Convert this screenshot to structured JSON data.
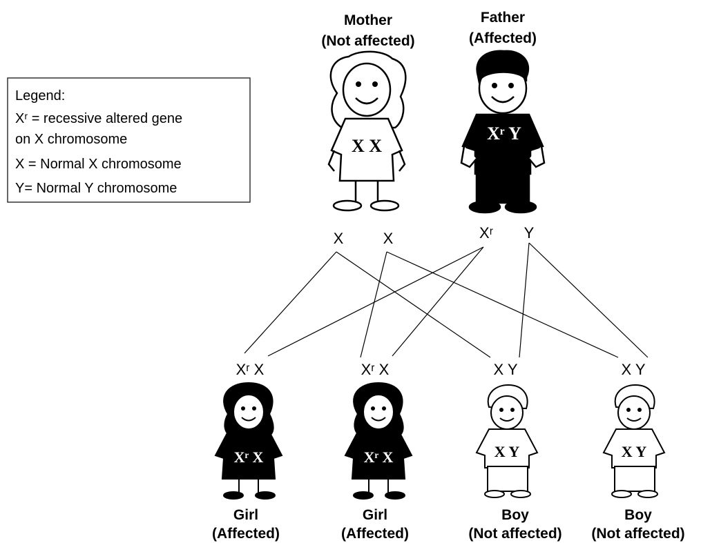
{
  "legend": {
    "title": "Legend:",
    "line1": "Xʳ = recessive altered gene",
    "line2": "on X chromosome",
    "line3": "X = Normal X chromosome",
    "line4": "Y= Normal Y chromosome"
  },
  "parents": [
    {
      "id": "mother",
      "role": "Mother",
      "status": "(Not affected)",
      "genotype": "X X",
      "alleles": [
        "X",
        "X"
      ]
    },
    {
      "id": "father",
      "role": "Father",
      "status": "(Affected)",
      "genotype": "Xʳ Y",
      "alleles": [
        "Xʳ",
        "Y"
      ]
    }
  ],
  "children": [
    {
      "role": "Girl",
      "status": "(Affected)",
      "top_genotype": "Xʳ X",
      "shirt_genotype": "Xʳ X",
      "affected": true
    },
    {
      "role": "Girl",
      "status": "(Affected)",
      "top_genotype": "Xʳ X",
      "shirt_genotype": "Xʳ X",
      "affected": true
    },
    {
      "role": "Boy",
      "status": "(Not affected)",
      "top_genotype": "X Y",
      "shirt_genotype": "X Y",
      "affected": false
    },
    {
      "role": "Boy",
      "status": "(Not affected)",
      "top_genotype": "X Y",
      "shirt_genotype": "X Y",
      "affected": false
    }
  ],
  "colors": {
    "affected": "#000000",
    "unaffected": "#ffffff",
    "line": "#000000"
  }
}
